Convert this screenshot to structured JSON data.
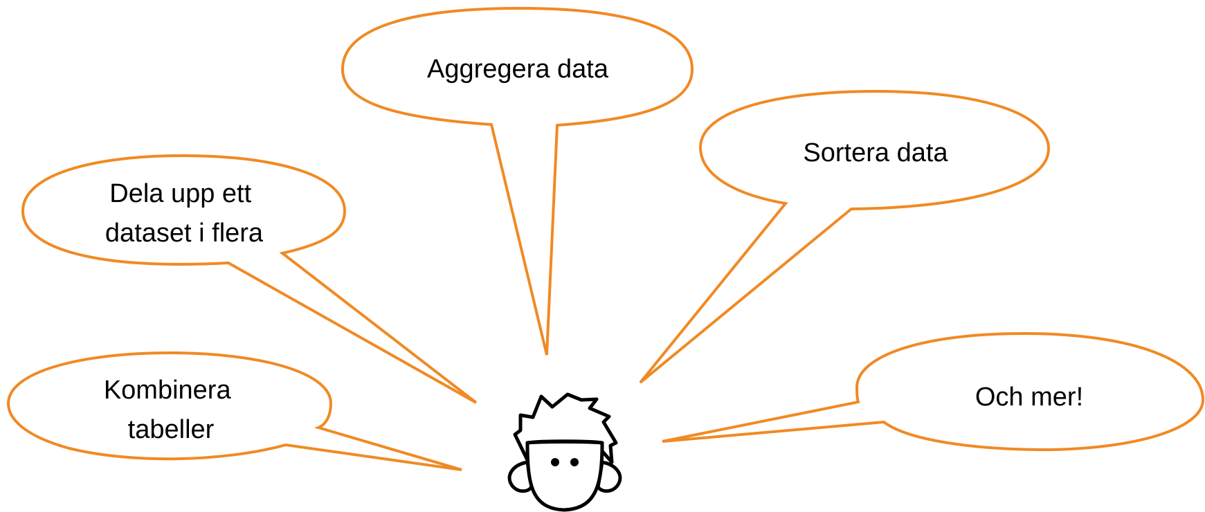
{
  "bubbles": {
    "aggregera": {
      "lines": [
        "Aggregera data"
      ]
    },
    "sortera": {
      "lines": [
        "Sortera data"
      ]
    },
    "dela_upp": {
      "lines": [
        "Dela upp ett",
        "dataset i flera"
      ]
    },
    "kombinera": {
      "lines": [
        "Kombinera",
        "tabeller"
      ]
    },
    "och_mer": {
      "lines": [
        "Och mer!"
      ]
    }
  },
  "colors": {
    "bubble_stroke": "#f08a24",
    "bubble_fill": "#ffffff",
    "text": "#000000"
  },
  "icons": {
    "person": "person-face-icon"
  }
}
